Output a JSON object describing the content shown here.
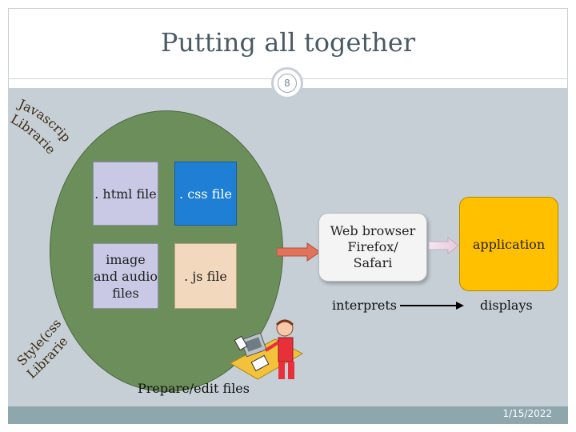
{
  "slide": {
    "title": "Putting all together",
    "page_number": "8",
    "date": "1/15/2022"
  },
  "diagram": {
    "js_libraries_line1": "Javascript",
    "js_libraries_line2": "Libraries",
    "style_libraries_line1": "Style(css)",
    "style_libraries_line2": "Libraries",
    "html_file": ". html file",
    "css_file": ". css file",
    "media_files": "image and audio files",
    "js_file": ". js file",
    "browser": "Web browser Firefox/ Safari",
    "application": "application",
    "interprets": "interprets",
    "displays": "displays",
    "prepare_edit": "Prepare/edit files"
  },
  "colors": {
    "background": "#c6cfd5",
    "footer": "#8ea7ad",
    "circle": "#6b8e5b",
    "html_box": "#c9c8e5",
    "css_box": "#1e7fd4",
    "js_box": "#f2d8bd",
    "application": "#ffc000",
    "arrow": "#e0735a"
  },
  "icons": [
    "person-at-computer-icon"
  ]
}
